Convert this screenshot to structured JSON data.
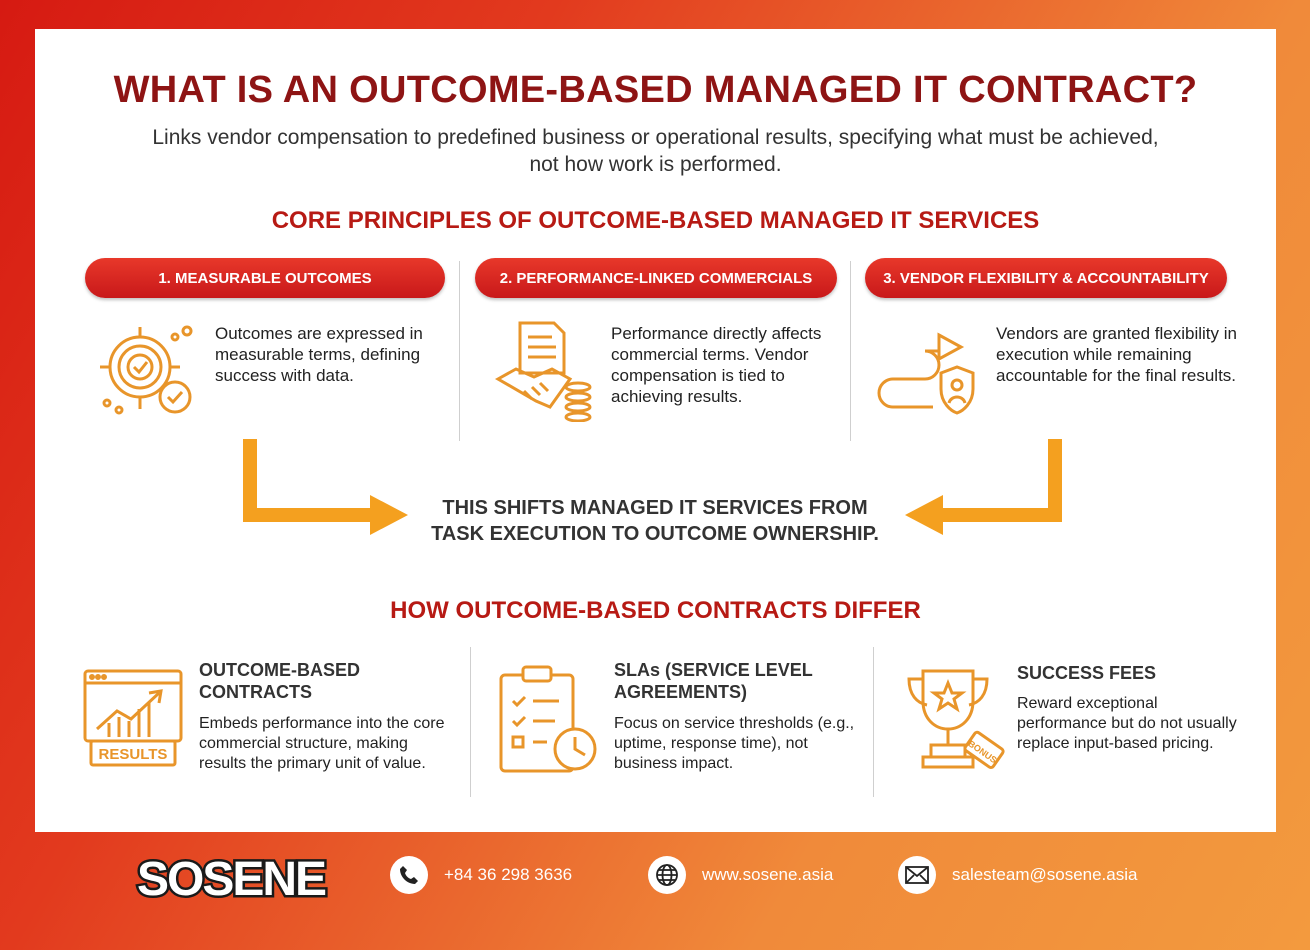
{
  "header": {
    "title": "WHAT IS AN OUTCOME-BASED MANAGED IT CONTRACT?",
    "subtitle": "Links vendor compensation to predefined business or operational results, specifying what must be achieved, not how work is performed."
  },
  "principles": {
    "heading": "CORE PRINCIPLES OF OUTCOME-BASED MANAGED IT SERVICES",
    "items": [
      {
        "label": "1. MEASURABLE OUTCOMES",
        "text": "Outcomes are expressed in measurable terms, defining success with data.",
        "icon": "target-check-icon"
      },
      {
        "label": "2. PERFORMANCE-LINKED COMMERCIALS",
        "text": "Performance directly affects commercial terms. Vendor compensation is tied to achieving results.",
        "icon": "handshake-contract-icon"
      },
      {
        "label": "3. VENDOR FLEXIBILITY & ACCOUNTABILITY",
        "text": "Vendors are granted flexibility in execution while remaining accountable for the final results.",
        "icon": "path-shield-icon"
      }
    ]
  },
  "shift": {
    "line1": "THIS SHIFTS MANAGED IT SERVICES FROM",
    "line2": "TASK EXECUTION TO OUTCOME OWNERSHIP."
  },
  "differ": {
    "heading": "HOW OUTCOME-BASED CONTRACTS DIFFER",
    "items": [
      {
        "title": "OUTCOME-BASED CONTRACTS",
        "text": "Embeds performance into the core commercial structure, making results the primary unit of value.",
        "icon": "results-chart-icon",
        "icon_label": "RESULTS"
      },
      {
        "title": "SLAs (SERVICE LEVEL AGREEMENTS)",
        "text": "Focus on service thresholds (e.g., uptime, response time), not business impact.",
        "icon": "checklist-clock-icon"
      },
      {
        "title": "SUCCESS FEES",
        "text": "Reward exceptional performance but do not usually replace input-based pricing.",
        "icon": "trophy-bonus-icon",
        "icon_label": "BONUS"
      }
    ]
  },
  "footer": {
    "logo": "SOSENE",
    "phone": "+84 36 298 3636",
    "website": "www.sosene.asia",
    "email": "salesteam@sosene.asia"
  },
  "colors": {
    "dark_red": "#8e1414",
    "red": "#c8181a",
    "orange": "#e8952a",
    "arrow": "#f4a01f"
  }
}
